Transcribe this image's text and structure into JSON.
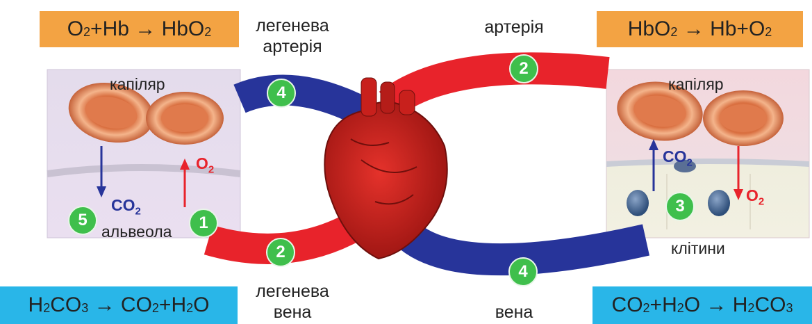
{
  "reactions": {
    "top_left": {
      "a": "O",
      "a_sub": "2",
      "b": "+Hb → HbO",
      "b_sub": "2"
    },
    "top_right": {
      "a": "HbO",
      "a_sub": "2",
      "b": " → Hb+O",
      "b_sub": "2"
    },
    "bottom_left": {
      "a": "H",
      "a_sub": "2",
      "b": "CO",
      "b_sub": "3",
      "c": " → CO",
      "c_sub": "2",
      "d": "+H",
      "d_sub": "2",
      "e": "O"
    },
    "bottom_right": {
      "a": "CO",
      "a_sub": "2",
      "b": "+H",
      "b_sub": "2",
      "c": "O → H",
      "c_sub": "2",
      "d": "CO",
      "d_sub": "3"
    }
  },
  "vessels": {
    "pulmonary_artery": "легенева\nартерія",
    "artery": "артерія",
    "pulmonary_vein": "легенева\nвена",
    "vein": "вена"
  },
  "left_panel": {
    "capillary": "капіляр",
    "alveolus": "альвеола",
    "co2": "CO",
    "co2_sub": "2",
    "o2": "O",
    "o2_sub": "2"
  },
  "right_panel": {
    "capillary": "капіляр",
    "cells": "клітини",
    "co2": "CO",
    "co2_sub": "2",
    "o2": "O",
    "o2_sub": "2"
  },
  "steps": {
    "top_left": "4",
    "top_right": "2",
    "bottom_left": "2",
    "bottom_right": "4",
    "left_a": "5",
    "left_b": "1",
    "right_cells": "3"
  },
  "colors": {
    "oxygenated": "#e8232b",
    "deoxygenated": "#27349a",
    "step": "#3fbf4c"
  }
}
